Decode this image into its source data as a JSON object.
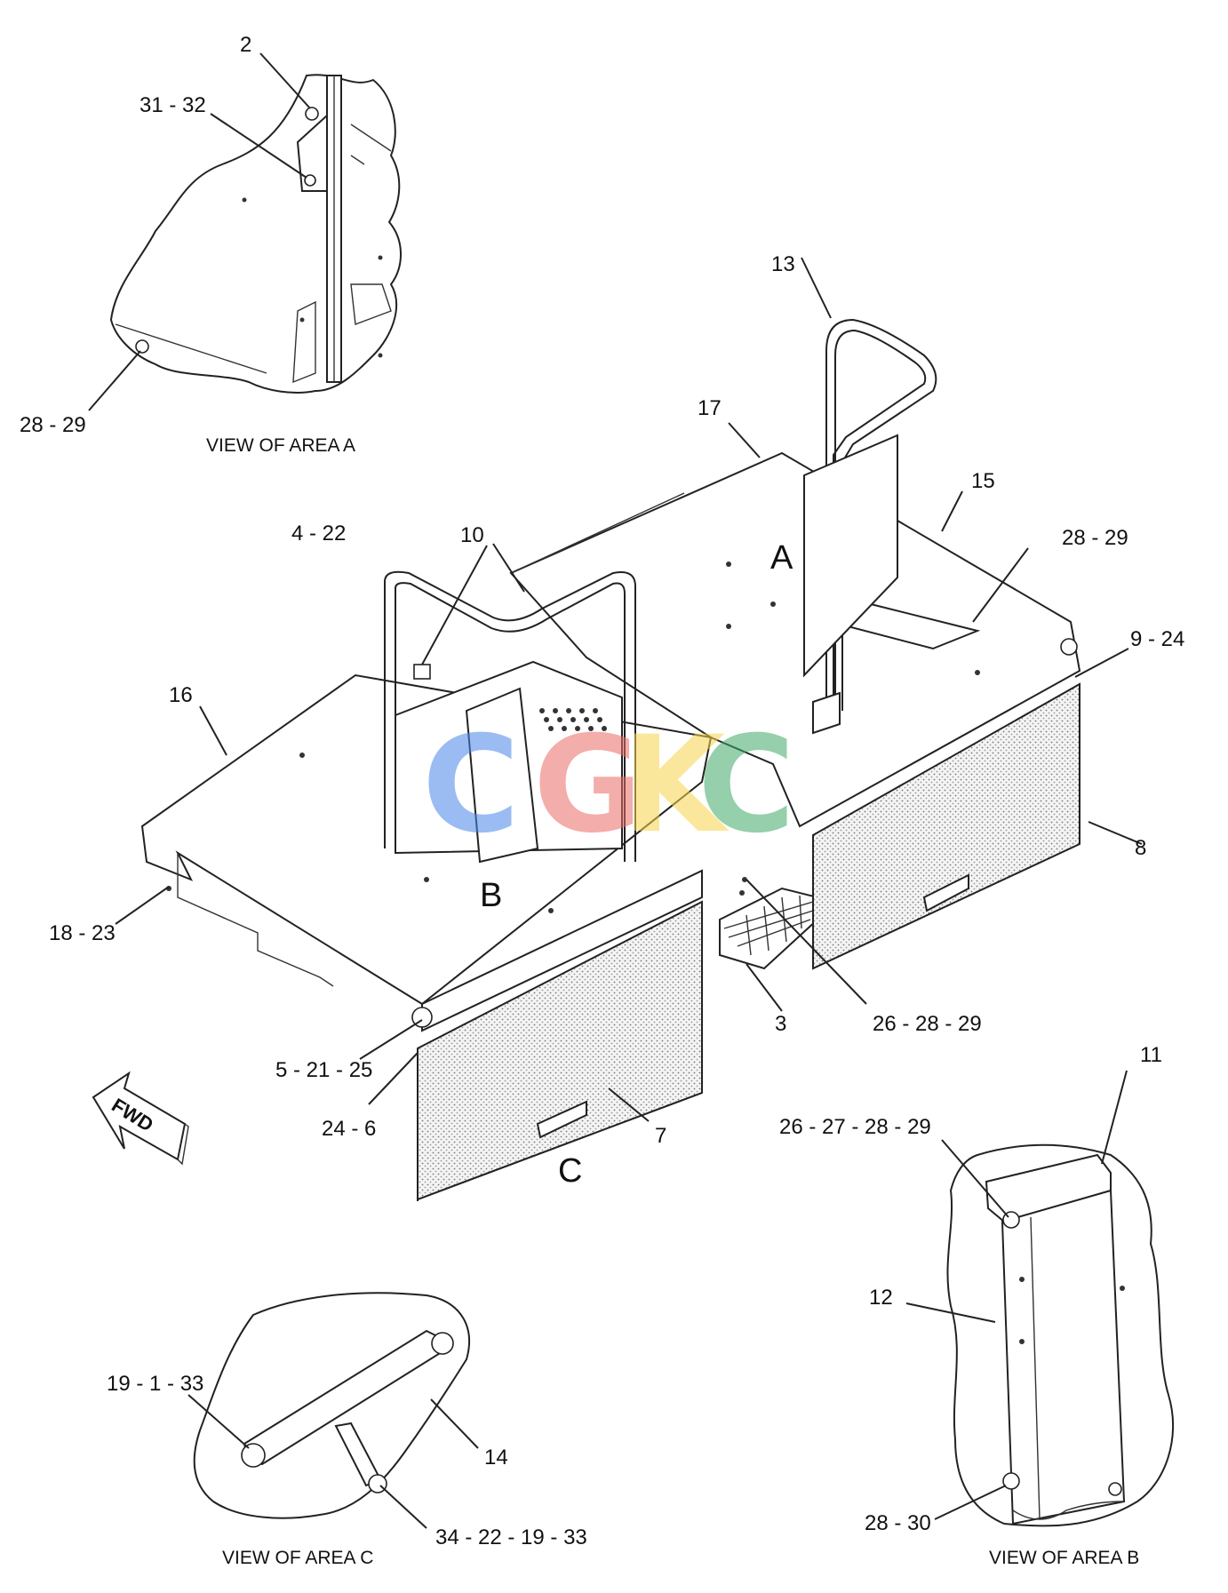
{
  "callouts": {
    "c_2": "2",
    "c_31_32": "31 - 32",
    "c_28_29_a": "28 - 29",
    "c_13": "13",
    "c_17": "17",
    "c_15": "15",
    "c_28_29_b": "28 - 29",
    "c_4_22": "4 - 22",
    "c_10": "10",
    "c_9_24": "9 - 24",
    "c_16": "16",
    "c_8": "8",
    "c_18_23": "18 - 23",
    "c_3": "3",
    "c_26_28_29": "26 - 28 - 29",
    "c_5_21_25": "5 - 21 - 25",
    "c_24_6": "24 - 6",
    "c_7": "7",
    "c_11": "11",
    "c_26_27_28_29": "26 - 27 - 28 - 29",
    "c_12": "12",
    "c_19_1_33": "19 - 1 - 33",
    "c_14": "14",
    "c_34_22_19_33": "34 - 22 - 19 - 33",
    "c_28_30": "28 - 30"
  },
  "area_letters": {
    "a": "A",
    "b": "B",
    "c": "C"
  },
  "view_titles": {
    "area_a": "VIEW OF AREA  A",
    "area_b": "VIEW OF AREA  B",
    "area_c": "VIEW OF AREA C"
  },
  "fwd_label": "FWD",
  "watermark": {
    "letters": [
      "C",
      "G",
      "K",
      "C"
    ],
    "colors": [
      "#4a86e8",
      "#ea6b66",
      "#f6d44a",
      "#3fa96a"
    ]
  }
}
